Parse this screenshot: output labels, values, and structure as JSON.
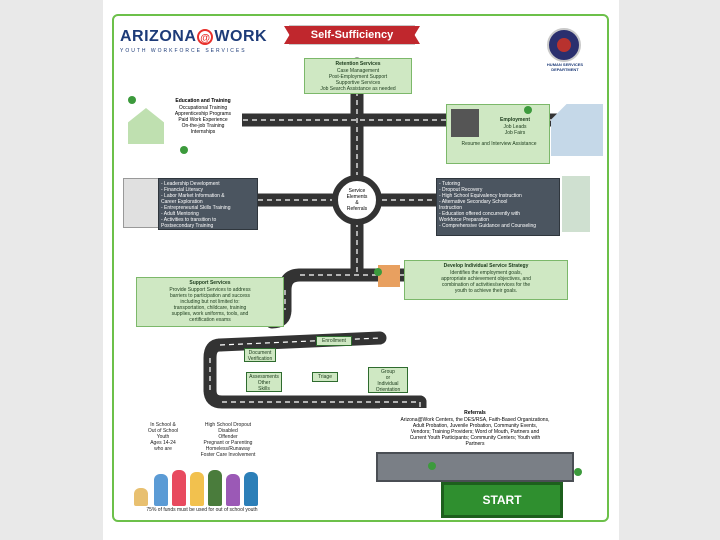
{
  "logo": {
    "left_text": "ARIZONA",
    "at_symbol": "@",
    "right_text": "WORK",
    "tagline": "YOUTH WORKFORCE SERVICES"
  },
  "banner": {
    "title": "Self-Sufficiency"
  },
  "seal": {
    "label": "HUMAN SERVICES DEPARTMENT"
  },
  "retention": {
    "title": "Retention Services",
    "lines": [
      "Case Management",
      "Post-Employment Support",
      "Supportive Services",
      "Job Search Assistance as needed"
    ]
  },
  "education": {
    "title": "Education and Training",
    "lines": [
      "Occupational Training",
      "Apprenticeship Programs",
      "Paid Work Experience",
      "On-the-job Training",
      "Internships"
    ]
  },
  "employment": {
    "title": "Employment",
    "lines": [
      "Job Leads",
      "Job Fairs",
      "Resume and Interview Assistance"
    ]
  },
  "left_services": [
    "- Leadership Development",
    "- Financial Literacy",
    "- Labor Market Information &",
    "  Career Exploration",
    "- Entrepreneurial Skills Training",
    "- Adult Mentoring",
    "- Activities to transition to",
    "  Postsecondary Training"
  ],
  "right_services": [
    "- Tutoring",
    "- Dropout Recovery",
    "- High School Equivalency Instruction",
    "- Alternative Secondary School",
    "  Instruction",
    "- Education offered concurrently with",
    "  Workforce Preparation",
    "- Comprehensive Guidance and Counseling"
  ],
  "center": {
    "lines": [
      "Service",
      "Elements",
      "&",
      "Referrals"
    ]
  },
  "strategy": {
    "title": "Develop Individual Service Strategy",
    "lines": [
      "Identifies the employment goals,",
      "appropriate achievement objectives, and",
      "combination of activities/services for the",
      "youth to achieve their goals."
    ]
  },
  "support": {
    "title": "Support Services",
    "lines": [
      "Provide Support Services to address",
      "barriers to participation and success",
      "including but not limited to:",
      "transportation, childcare, training",
      "supplies, work uniforms, tools, and",
      "certification exams"
    ]
  },
  "steps": {
    "enrollment": "Enrollment",
    "document": [
      "Document",
      "Verification"
    ],
    "assessments": [
      "Assessments",
      "Other",
      "Skills"
    ],
    "triage": "Triage",
    "group": [
      "Group",
      "or",
      "Individual",
      "Orientation"
    ]
  },
  "referrals": {
    "title": "Referrals",
    "lines": [
      "Arizona@Work Centers, the DES/RSA, Faith-Based Organizations,",
      "Adult Probation, Juvenile Probation, Community Events,",
      "Vendors; Training Providers; Word of Mouth, Partners and",
      "Current Youth Participants; Community Centers; Youth with",
      "Partners"
    ]
  },
  "eligibility": {
    "in_school": [
      "In School &",
      "Out of School",
      "Youth",
      "Ages 14-24",
      "who are"
    ],
    "barriers": [
      "High School Dropout",
      "Disabled",
      "Offender",
      "Pregnant or Parenting",
      "Homeless/Runaway",
      "Foster Care Involvement"
    ]
  },
  "start": {
    "label": "START"
  },
  "footer": {
    "note": "75% of funds must be used for out of school youth"
  },
  "colors": {
    "road": "#333333",
    "lane": "#ffffff",
    "green_box": "#cfe8c3",
    "dark_box": "#4b5560",
    "banner": "#c0272d",
    "start": "#2f8f2f"
  }
}
